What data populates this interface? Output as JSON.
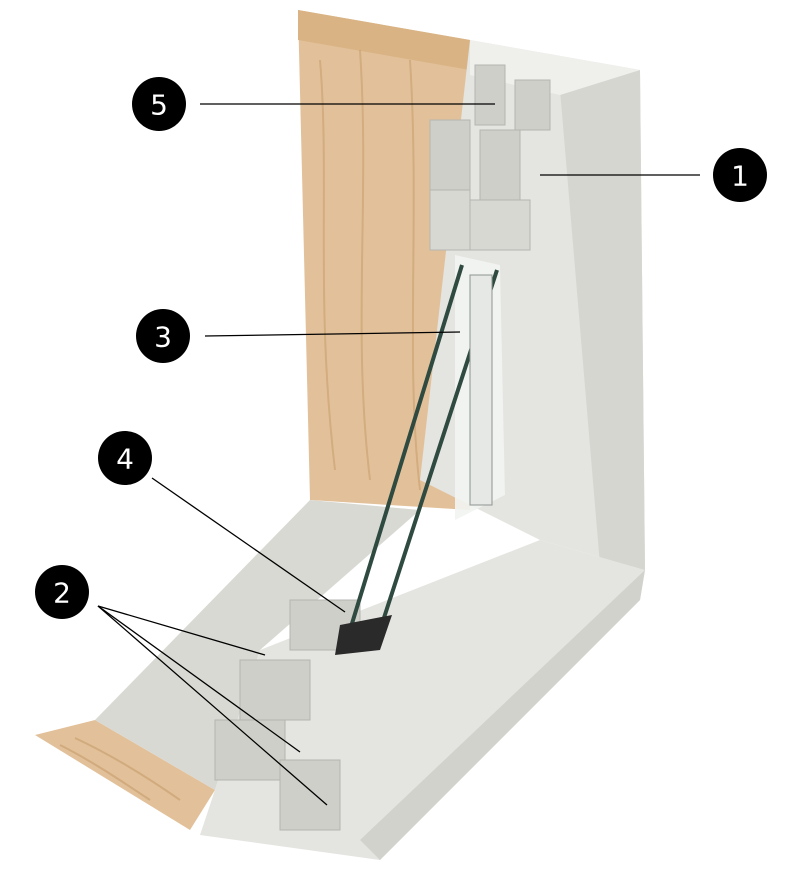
{
  "figure": {
    "callouts": [
      {
        "id": "callout-1",
        "label": "1"
      },
      {
        "id": "callout-2",
        "label": "2"
      },
      {
        "id": "callout-3",
        "label": "3"
      },
      {
        "id": "callout-4",
        "label": "4"
      },
      {
        "id": "callout-5",
        "label": "5"
      }
    ]
  },
  "colors": {
    "vinyl": "#e4e4e0",
    "vinyl_shadow": "#c8c8c3",
    "wood": "#e2c19a",
    "wood_grain": "#c69b6b",
    "glass_edge": "#2f4a40",
    "spacer": "#2a2a2a",
    "callout_fill": "#000000",
    "leader_line": "#000000"
  }
}
